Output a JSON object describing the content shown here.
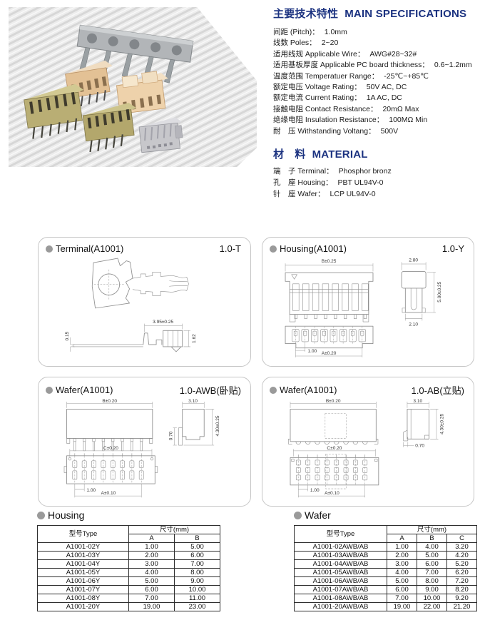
{
  "colors": {
    "accent_navy": "#1b3280",
    "panel_border": "#c6c6c6",
    "bullet_gray": "#9a9a9a",
    "drawing_line": "#909090"
  },
  "specs": {
    "title_cn": "主要技术特性",
    "title_en": "MAIN SPECIFICATIONS",
    "items": [
      {
        "label": "间距 (Pitch)：",
        "value": "1.0mm"
      },
      {
        "label": "线数 Poles：",
        "value": "2~20"
      },
      {
        "label": "适用线规 Applicable Wire：",
        "value": "AWG#28~32#"
      },
      {
        "label": "适用基板厚度 Applicable PC board thickness：",
        "value": "0.6~1.2mm"
      },
      {
        "label": "温度范围 Temperatuer Range：",
        "value": "-25℃~+85℃"
      },
      {
        "label": "额定电压 Voltage Rating：",
        "value": "50V AC, DC"
      },
      {
        "label": "额定电流 Current Rating：",
        "value": "1A AC, DC"
      },
      {
        "label": "接触电阻 Contact Resistance：",
        "value": "20mΩ  Max"
      },
      {
        "label": "绝缘电阻 Insulation Resistance：",
        "value": "100MΩ  Min"
      },
      {
        "label": "耐　压 Withstanding Voltang：",
        "value": "500V"
      }
    ]
  },
  "material": {
    "title_cn": "材　料",
    "title_en": "MATERIAL",
    "items": [
      {
        "label": "端　子 Terminal：",
        "value": "Phosphor bronz"
      },
      {
        "label": "孔　座 Housing：",
        "value": "PBT UL94V-0"
      },
      {
        "label": "针　座 Wafer：",
        "value": "LCP UL94V-0"
      }
    ]
  },
  "panels": {
    "terminal": {
      "title": "Terminal(A1001)",
      "code": "1.0-T",
      "dims": {
        "length": "3.95±0.25",
        "height": "1.62",
        "thickness": "0.15"
      }
    },
    "housing": {
      "title": "Housing(A1001)",
      "code": "1.0-Y",
      "dims": {
        "b": "B±0.25",
        "top_w": "2.80",
        "side_h": "5.00±0.25",
        "bottom_w": "2.10",
        "pitch": "1.00",
        "a": "A±0.20"
      }
    },
    "wafer_awb": {
      "title": "Wafer(A1001)",
      "code": "1.0-AWB(卧贴)",
      "dims": {
        "b": "B±0.20",
        "side_w": "3.10",
        "side_h": "4.30±0.25",
        "pin": "0.70",
        "c": "C±0.20",
        "pitch": "1.00",
        "a": "A±0.10"
      }
    },
    "wafer_ab": {
      "title": "Wafer(A1001)",
      "code": "1.0-AB(立贴)",
      "dims": {
        "b": "B±0.20",
        "side_w": "3.10",
        "side_h": "4.30±0.25",
        "pin": "0.70",
        "c": "C±0.20",
        "pitch": "1.00",
        "a": "A±0.10"
      }
    }
  },
  "housing_table": {
    "title": "Housing",
    "col_type": "型号Type",
    "col_dim": "尺寸(mm)",
    "sub_cols": [
      "A",
      "B"
    ],
    "rows": [
      {
        "type": "A1001-02Y",
        "a": "1.00",
        "b": "5.00"
      },
      {
        "type": "A1001-03Y",
        "a": "2.00",
        "b": "6.00"
      },
      {
        "type": "A1001-04Y",
        "a": "3.00",
        "b": "7.00"
      },
      {
        "type": "A1001-05Y",
        "a": "4.00",
        "b": "8.00"
      },
      {
        "type": "A1001-06Y",
        "a": "5.00",
        "b": "9.00"
      },
      {
        "type": "A1001-07Y",
        "a": "6.00",
        "b": "10.00"
      },
      {
        "type": "A1001-08Y",
        "a": "7.00",
        "b": "11.00"
      },
      {
        "type": "A1001-20Y",
        "a": "19.00",
        "b": "23.00"
      }
    ]
  },
  "wafer_table": {
    "title": "Wafer",
    "col_type": "型号Type",
    "col_dim": "尺寸(mm)",
    "sub_cols": [
      "A",
      "B",
      "C"
    ],
    "rows": [
      {
        "type": "A1001-02AWB/AB",
        "a": "1.00",
        "b": "4.00",
        "c": "3.20"
      },
      {
        "type": "A1001-03AWB/AB",
        "a": "2.00",
        "b": "5.00",
        "c": "4.20"
      },
      {
        "type": "A1001-04AWB/AB",
        "a": "3.00",
        "b": "6.00",
        "c": "5.20"
      },
      {
        "type": "A1001-05AWB/AB",
        "a": "4.00",
        "b": "7.00",
        "c": "6.20"
      },
      {
        "type": "A1001-06AWB/AB",
        "a": "5.00",
        "b": "8.00",
        "c": "7.20"
      },
      {
        "type": "A1001-07AWB/AB",
        "a": "6.00",
        "b": "9.00",
        "c": "8.20"
      },
      {
        "type": "A1001-08AWB/AB",
        "a": "7.00",
        "b": "10.00",
        "c": "9.20"
      },
      {
        "type": "A1001-20AWB/AB",
        "a": "19.00",
        "b": "22.00",
        "c": "21.20"
      }
    ]
  }
}
